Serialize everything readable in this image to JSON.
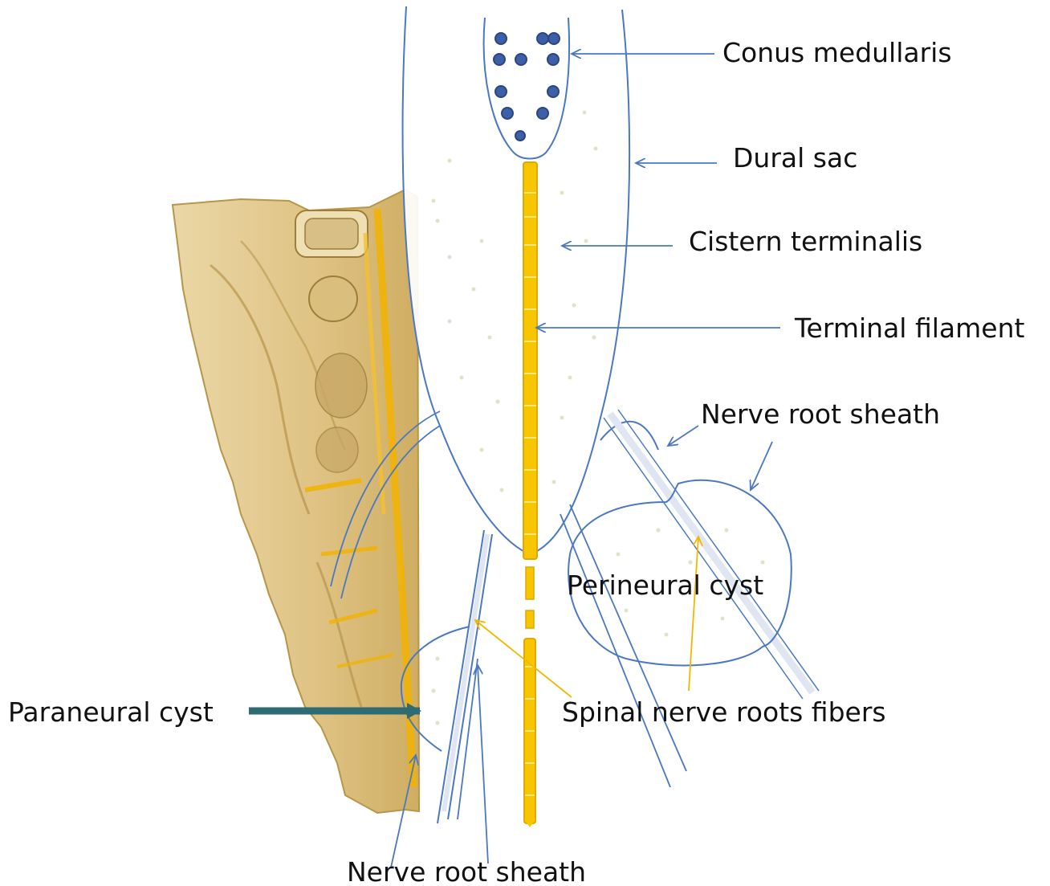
{
  "labels": {
    "conus_medullaris": "Conus medullaris",
    "dural_sac": "Dural sac",
    "cistern_terminalis": "Cistern terminalis",
    "terminal_filament": "Terminal filament",
    "nerve_root_sheath_right": "Nerve root sheath",
    "perineural_cyst": "Perineural cyst",
    "spinal_nerve_roots_fibers": "Spinal nerve roots fibers",
    "paraneural_cyst": "Paraneural cyst",
    "nerve_root_sheath_bottom": "Nerve root sheath"
  },
  "colors": {
    "outline": "#4a78c2",
    "filament": "#f7c600",
    "filament_edge": "#e0a800",
    "fiber_light": "#dfe6f2",
    "cyst_arrow": "#2f6b73",
    "yellow_arrow": "#f2b800",
    "dot_fill": "#3d5fa6",
    "bone": "#e2c98a"
  }
}
